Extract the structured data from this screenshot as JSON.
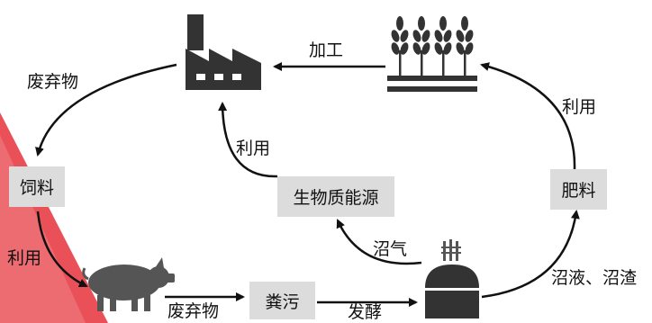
{
  "nodes": {
    "feed": "饲料",
    "manure": "粪污",
    "fertilizer": "肥料",
    "bioenergy": "生物质能源"
  },
  "edges": {
    "crops_to_factory": "加工",
    "factory_to_feed": "废弃物",
    "feed_to_pig": "利用",
    "pig_to_manure": "废弃物",
    "manure_to_digester": "发酵",
    "digester_to_bioenergy": "沼气",
    "bioenergy_to_factory": "利用",
    "digester_to_fertilizer": "沼液、沼渣",
    "fertilizer_to_crops": "利用"
  },
  "icons": [
    "factory-icon",
    "wheat-icon",
    "pig-icon",
    "digester-icon"
  ],
  "colors": {
    "box_fill": "#dcdcdc",
    "icon_fill": "#333333",
    "accent_red": "#e8474f"
  }
}
